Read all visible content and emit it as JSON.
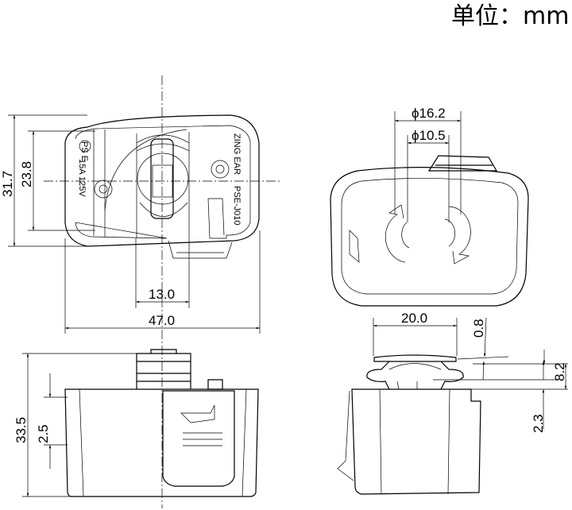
{
  "unit_label": "单位：mm",
  "front_view": {
    "height_overall": "31.7",
    "height_inner": "23.8",
    "blade_width": "13.0",
    "width_overall": "47.0",
    "marking_brand": "ZING EAR",
    "marking_model": "PSE-J010",
    "marking_rating": "15A 125V",
    "marking_pse": "PS E"
  },
  "back_view": {
    "outer_diameter": "ϕ16.2",
    "inner_diameter": "ϕ10.5"
  },
  "side_view_left": {
    "height_overall": "33.5",
    "offset": "2.5"
  },
  "side_view_right": {
    "plate_width": "20.0",
    "plate_thickness": "0.8",
    "plate_height": "8.2",
    "step_height": "2.3"
  }
}
